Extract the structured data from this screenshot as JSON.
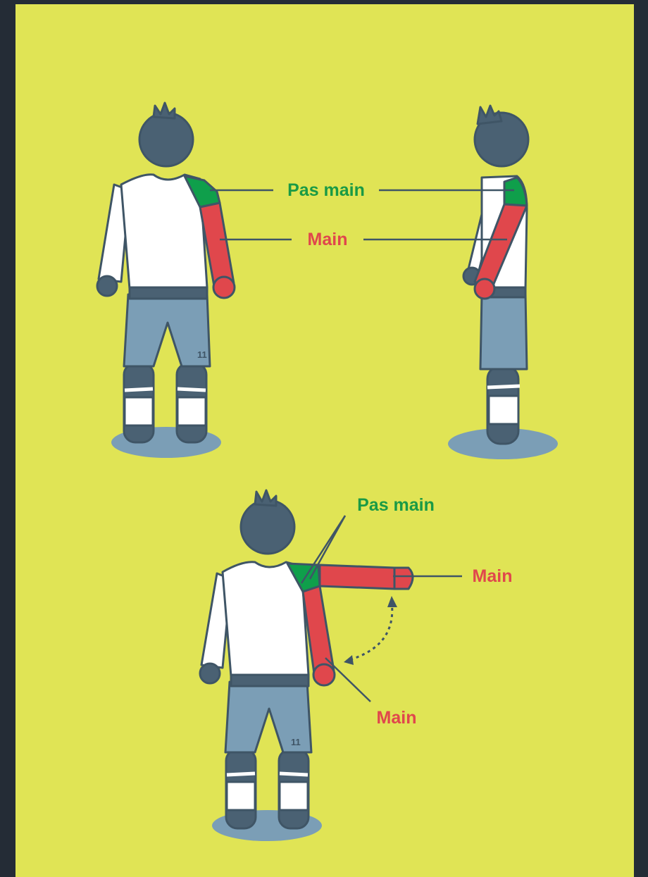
{
  "colors": {
    "background": "#e0e455",
    "frame": "#242c36",
    "outline": "#3f5566",
    "head": "#4a6173",
    "shirt": "#ffffff",
    "shorts": "#7b9eb6",
    "shadow": "#7b9eb6",
    "not_hand_zone": "#0f9f4b",
    "hand_zone": "#e0474c",
    "label_not_hand": "#1a9a45",
    "label_hand": "#e0474c"
  },
  "figures": {
    "front": {
      "shirt_number": "11",
      "labels": {
        "not_hand": "Pas main",
        "hand": "Main"
      }
    },
    "side": {},
    "raised": {
      "shirt_number": "11",
      "labels": {
        "not_hand": "Pas main",
        "hand_raised": "Main",
        "hand_lowered": "Main"
      }
    }
  }
}
